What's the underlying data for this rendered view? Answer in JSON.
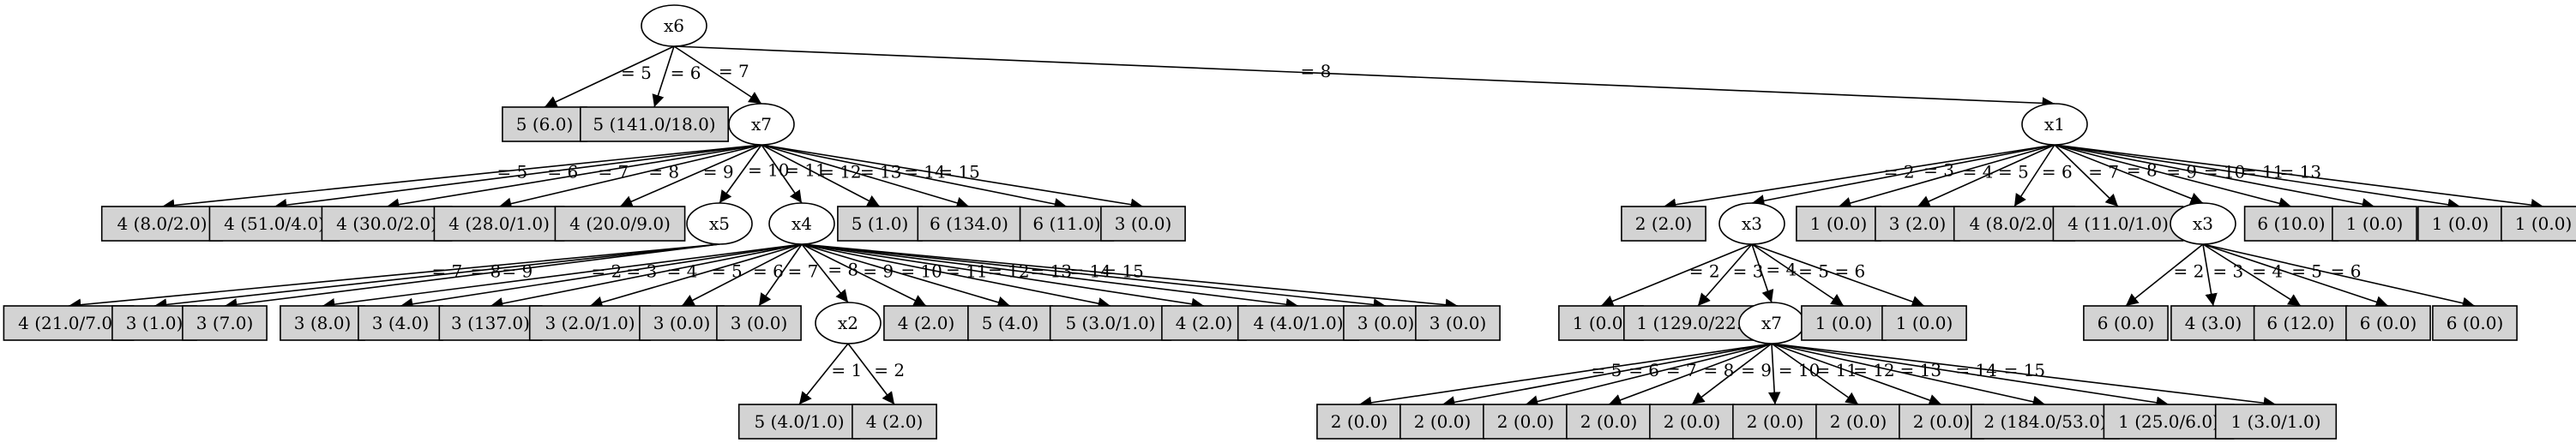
{
  "tree": {
    "nodes": [
      {
        "id": "root",
        "kind": "attr",
        "label": "x6"
      },
      {
        "id": "l1",
        "kind": "leaf",
        "label": "5 (6.0)"
      },
      {
        "id": "l2",
        "kind": "leaf",
        "label": "5 (141.0/18.0)"
      },
      {
        "id": "x7a",
        "kind": "attr",
        "label": "x7"
      },
      {
        "id": "x1",
        "kind": "attr",
        "label": "x1"
      },
      {
        "id": "a1",
        "kind": "leaf",
        "label": "4 (8.0/2.0)"
      },
      {
        "id": "a2",
        "kind": "leaf",
        "label": "4 (51.0/4.0)"
      },
      {
        "id": "a3",
        "kind": "leaf",
        "label": "4 (30.0/2.0)"
      },
      {
        "id": "a4",
        "kind": "leaf",
        "label": "4 (28.0/1.0)"
      },
      {
        "id": "a5",
        "kind": "leaf",
        "label": "4 (20.0/9.0)"
      },
      {
        "id": "x5",
        "kind": "attr",
        "label": "x5"
      },
      {
        "id": "x4",
        "kind": "attr",
        "label": "x4"
      },
      {
        "id": "a8",
        "kind": "leaf",
        "label": "5 (1.0)"
      },
      {
        "id": "a9",
        "kind": "leaf",
        "label": "6 (134.0)"
      },
      {
        "id": "a10",
        "kind": "leaf",
        "label": "6 (11.0)"
      },
      {
        "id": "a11",
        "kind": "leaf",
        "label": "3 (0.0)"
      },
      {
        "id": "b1",
        "kind": "leaf",
        "label": "4 (21.0/7.0)"
      },
      {
        "id": "b2",
        "kind": "leaf",
        "label": "3 (1.0)"
      },
      {
        "id": "b3",
        "kind": "leaf",
        "label": "3 (7.0)"
      },
      {
        "id": "c1",
        "kind": "leaf",
        "label": "3 (8.0)"
      },
      {
        "id": "c2",
        "kind": "leaf",
        "label": "3 (4.0)"
      },
      {
        "id": "c3",
        "kind": "leaf",
        "label": "3 (137.0)"
      },
      {
        "id": "c4",
        "kind": "leaf",
        "label": "3 (2.0/1.0)"
      },
      {
        "id": "c5",
        "kind": "leaf",
        "label": "3 (0.0)"
      },
      {
        "id": "c6",
        "kind": "leaf",
        "label": "3 (0.0)"
      },
      {
        "id": "x2",
        "kind": "attr",
        "label": "x2"
      },
      {
        "id": "c8",
        "kind": "leaf",
        "label": "4 (2.0)"
      },
      {
        "id": "c9",
        "kind": "leaf",
        "label": "5 (4.0)"
      },
      {
        "id": "c10",
        "kind": "leaf",
        "label": "5 (3.0/1.0)"
      },
      {
        "id": "c11",
        "kind": "leaf",
        "label": "4 (2.0)"
      },
      {
        "id": "c12",
        "kind": "leaf",
        "label": "4 (4.0/1.0)"
      },
      {
        "id": "c13",
        "kind": "leaf",
        "label": "3 (0.0)"
      },
      {
        "id": "c14",
        "kind": "leaf",
        "label": "3 (0.0)"
      },
      {
        "id": "d1",
        "kind": "leaf",
        "label": "5 (4.0/1.0)"
      },
      {
        "id": "d2",
        "kind": "leaf",
        "label": "4 (2.0)"
      },
      {
        "id": "e1",
        "kind": "leaf",
        "label": "2 (2.0)"
      },
      {
        "id": "x3a",
        "kind": "attr",
        "label": "x3"
      },
      {
        "id": "e3",
        "kind": "leaf",
        "label": "1 (0.0)"
      },
      {
        "id": "e4",
        "kind": "leaf",
        "label": "3 (2.0)"
      },
      {
        "id": "e5",
        "kind": "leaf",
        "label": "4 (8.0/2.0)"
      },
      {
        "id": "e6",
        "kind": "leaf",
        "label": "4 (11.0/1.0)"
      },
      {
        "id": "x3b",
        "kind": "attr",
        "label": "x3"
      },
      {
        "id": "e8",
        "kind": "leaf",
        "label": "6 (10.0)"
      },
      {
        "id": "e9",
        "kind": "leaf",
        "label": "1 (0.0)"
      },
      {
        "id": "e10",
        "kind": "leaf",
        "label": "1 (0.0)"
      },
      {
        "id": "e11",
        "kind": "leaf",
        "label": "1 (0.0)"
      },
      {
        "id": "f1",
        "kind": "leaf",
        "label": "1 (0.0)"
      },
      {
        "id": "f2",
        "kind": "leaf",
        "label": "1 (129.0/22.0)"
      },
      {
        "id": "x7b",
        "kind": "attr",
        "label": "x7"
      },
      {
        "id": "f4",
        "kind": "leaf",
        "label": "1 (0.0)"
      },
      {
        "id": "f5",
        "kind": "leaf",
        "label": "1 (0.0)"
      },
      {
        "id": "g1",
        "kind": "leaf",
        "label": "6 (0.0)"
      },
      {
        "id": "g2",
        "kind": "leaf",
        "label": "4 (3.0)"
      },
      {
        "id": "g3",
        "kind": "leaf",
        "label": "6 (12.0)"
      },
      {
        "id": "g4",
        "kind": "leaf",
        "label": "6 (0.0)"
      },
      {
        "id": "g5",
        "kind": "leaf",
        "label": "6 (0.0)"
      },
      {
        "id": "h1",
        "kind": "leaf",
        "label": "2 (0.0)"
      },
      {
        "id": "h2",
        "kind": "leaf",
        "label": "2 (0.0)"
      },
      {
        "id": "h3",
        "kind": "leaf",
        "label": "2 (0.0)"
      },
      {
        "id": "h4",
        "kind": "leaf",
        "label": "2 (0.0)"
      },
      {
        "id": "h5",
        "kind": "leaf",
        "label": "2 (0.0)"
      },
      {
        "id": "h6",
        "kind": "leaf",
        "label": "2 (0.0)"
      },
      {
        "id": "h7",
        "kind": "leaf",
        "label": "2 (0.0)"
      },
      {
        "id": "h8",
        "kind": "leaf",
        "label": "2 (0.0)"
      },
      {
        "id": "h9",
        "kind": "leaf",
        "label": "2 (184.0/53.0)"
      },
      {
        "id": "h10",
        "kind": "leaf",
        "label": "1 (25.0/6.0)"
      },
      {
        "id": "h11",
        "kind": "leaf",
        "label": "1 (3.0/1.0)"
      }
    ],
    "edges": [
      {
        "from": "root",
        "to": "l1",
        "label": "= 5"
      },
      {
        "from": "root",
        "to": "l2",
        "label": "= 6"
      },
      {
        "from": "root",
        "to": "x7a",
        "label": "= 7"
      },
      {
        "from": "root",
        "to": "x1",
        "label": "= 8"
      },
      {
        "from": "x7a",
        "to": "a1",
        "label": "= 5"
      },
      {
        "from": "x7a",
        "to": "a2",
        "label": "= 6"
      },
      {
        "from": "x7a",
        "to": "a3",
        "label": "= 7"
      },
      {
        "from": "x7a",
        "to": "a4",
        "label": "= 8"
      },
      {
        "from": "x7a",
        "to": "a5",
        "label": "= 9"
      },
      {
        "from": "x7a",
        "to": "x5",
        "label": "= 10"
      },
      {
        "from": "x7a",
        "to": "x4",
        "label": "= 11"
      },
      {
        "from": "x7a",
        "to": "a8",
        "label": "= 12"
      },
      {
        "from": "x7a",
        "to": "a9",
        "label": "= 13"
      },
      {
        "from": "x7a",
        "to": "a10",
        "label": "= 14"
      },
      {
        "from": "x7a",
        "to": "a11",
        "label": "= 15"
      },
      {
        "from": "x5",
        "to": "b1",
        "label": "= 7"
      },
      {
        "from": "x5",
        "to": "b2",
        "label": "= 8"
      },
      {
        "from": "x5",
        "to": "b3",
        "label": "= 9"
      },
      {
        "from": "x4",
        "to": "c1",
        "label": "= 2"
      },
      {
        "from": "x4",
        "to": "c2",
        "label": "= 3"
      },
      {
        "from": "x4",
        "to": "c3",
        "label": "= 4"
      },
      {
        "from": "x4",
        "to": "c4",
        "label": "= 5"
      },
      {
        "from": "x4",
        "to": "c5",
        "label": "= 6"
      },
      {
        "from": "x4",
        "to": "c6",
        "label": "= 7"
      },
      {
        "from": "x4",
        "to": "x2",
        "label": "= 8"
      },
      {
        "from": "x4",
        "to": "c8",
        "label": "= 9"
      },
      {
        "from": "x4",
        "to": "c9",
        "label": "= 10"
      },
      {
        "from": "x4",
        "to": "c10",
        "label": "= 11"
      },
      {
        "from": "x4",
        "to": "c11",
        "label": "= 12"
      },
      {
        "from": "x4",
        "to": "c12",
        "label": "= 13"
      },
      {
        "from": "x4",
        "to": "c13",
        "label": "= 14"
      },
      {
        "from": "x4",
        "to": "c14",
        "label": "= 15"
      },
      {
        "from": "x2",
        "to": "d1",
        "label": "= 1"
      },
      {
        "from": "x2",
        "to": "d2",
        "label": "= 2"
      },
      {
        "from": "x1",
        "to": "e1",
        "label": "= 2"
      },
      {
        "from": "x1",
        "to": "x3a",
        "label": "= 3"
      },
      {
        "from": "x1",
        "to": "e3",
        "label": "= 4"
      },
      {
        "from": "x1",
        "to": "e4",
        "label": "= 5"
      },
      {
        "from": "x1",
        "to": "e5",
        "label": "= 6"
      },
      {
        "from": "x1",
        "to": "e6",
        "label": "= 7"
      },
      {
        "from": "x1",
        "to": "x3b",
        "label": "= 8"
      },
      {
        "from": "x1",
        "to": "e8",
        "label": "= 9"
      },
      {
        "from": "x1",
        "to": "e9",
        "label": "= 10"
      },
      {
        "from": "x1",
        "to": "e10",
        "label": "= 11"
      },
      {
        "from": "x1",
        "to": "e11",
        "label": "= 13"
      },
      {
        "from": "x3a",
        "to": "f1",
        "label": "= 2"
      },
      {
        "from": "x3a",
        "to": "f2",
        "label": "= 3"
      },
      {
        "from": "x3a",
        "to": "x7b",
        "label": "= 4"
      },
      {
        "from": "x3a",
        "to": "f4",
        "label": "= 5"
      },
      {
        "from": "x3a",
        "to": "f5",
        "label": "= 6"
      },
      {
        "from": "x3b",
        "to": "g1",
        "label": "= 2"
      },
      {
        "from": "x3b",
        "to": "g2",
        "label": "= 3"
      },
      {
        "from": "x3b",
        "to": "g3",
        "label": "= 4"
      },
      {
        "from": "x3b",
        "to": "g4",
        "label": "= 5"
      },
      {
        "from": "x3b",
        "to": "g5",
        "label": "= 6"
      },
      {
        "from": "x7b",
        "to": "h1",
        "label": "= 5"
      },
      {
        "from": "x7b",
        "to": "h2",
        "label": "= 6"
      },
      {
        "from": "x7b",
        "to": "h3",
        "label": "= 7"
      },
      {
        "from": "x7b",
        "to": "h4",
        "label": "= 8"
      },
      {
        "from": "x7b",
        "to": "h5",
        "label": "= 9"
      },
      {
        "from": "x7b",
        "to": "h6",
        "label": "= 10"
      },
      {
        "from": "x7b",
        "to": "h7",
        "label": "= 11"
      },
      {
        "from": "x7b",
        "to": "h8",
        "label": "= 12"
      },
      {
        "from": "x7b",
        "to": "h9",
        "label": "= 13"
      },
      {
        "from": "x7b",
        "to": "h10",
        "label": "= 14"
      },
      {
        "from": "x7b",
        "to": "h11",
        "label": "= 15"
      }
    ]
  }
}
